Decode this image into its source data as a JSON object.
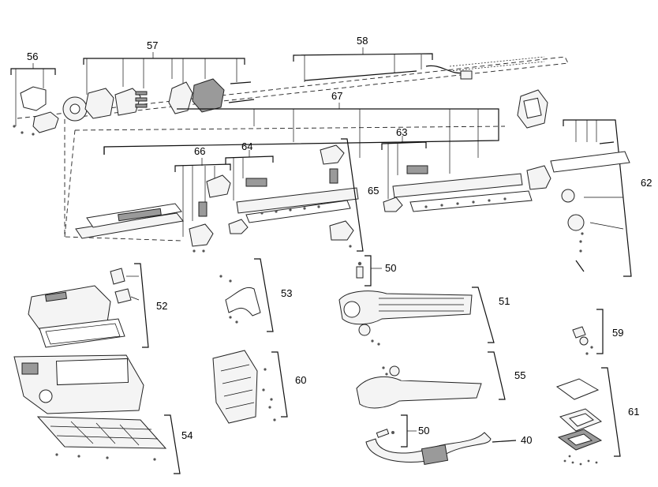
{
  "callouts": [
    {
      "id": "c56",
      "label": "56"
    },
    {
      "id": "c57",
      "label": "57"
    },
    {
      "id": "c58",
      "label": "58"
    },
    {
      "id": "c67",
      "label": "67"
    },
    {
      "id": "c66",
      "label": "66"
    },
    {
      "id": "c64",
      "label": "64"
    },
    {
      "id": "c63",
      "label": "63"
    },
    {
      "id": "c65",
      "label": "65"
    },
    {
      "id": "c62",
      "label": "62"
    },
    {
      "id": "c50a",
      "label": "50"
    },
    {
      "id": "c52",
      "label": "52"
    },
    {
      "id": "c53",
      "label": "53"
    },
    {
      "id": "c51",
      "label": "51"
    },
    {
      "id": "c59",
      "label": "59"
    },
    {
      "id": "c60",
      "label": "60"
    },
    {
      "id": "c55",
      "label": "55"
    },
    {
      "id": "c61",
      "label": "61"
    },
    {
      "id": "c54",
      "label": "54"
    },
    {
      "id": "c50b",
      "label": "50"
    },
    {
      "id": "c40",
      "label": "40"
    }
  ]
}
